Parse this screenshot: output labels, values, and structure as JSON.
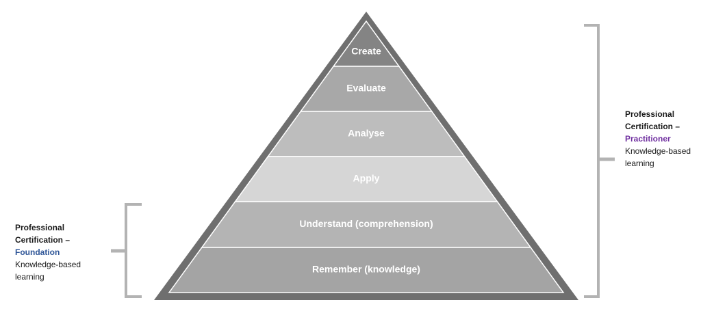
{
  "pyramid": {
    "tiers": [
      {
        "label": "Create",
        "color": "#848484"
      },
      {
        "label": "Evaluate",
        "color": "#a8a8a8"
      },
      {
        "label": "Analyse",
        "color": "#bdbdbd"
      },
      {
        "label": "Apply",
        "color": "#d6d6d6"
      },
      {
        "label": "Understand (comprehension)",
        "color": "#b4b4b4"
      },
      {
        "label": "Remember (knowledge)",
        "color": "#a4a4a4"
      }
    ],
    "outline_color": "#6f6f6f"
  },
  "left_note": {
    "line1": "Professional",
    "line2": "Certification –",
    "level": "Foundation",
    "level_color": "#2e5597",
    "desc1": "Knowledge-based",
    "desc2": "learning"
  },
  "right_note": {
    "line1": "Professional",
    "line2": "Certification –",
    "level": "Practitioner",
    "level_color": "#7030a0",
    "desc1": "Knowledge-based",
    "desc2": "learning"
  },
  "bracket_color": "#b3b3b3"
}
